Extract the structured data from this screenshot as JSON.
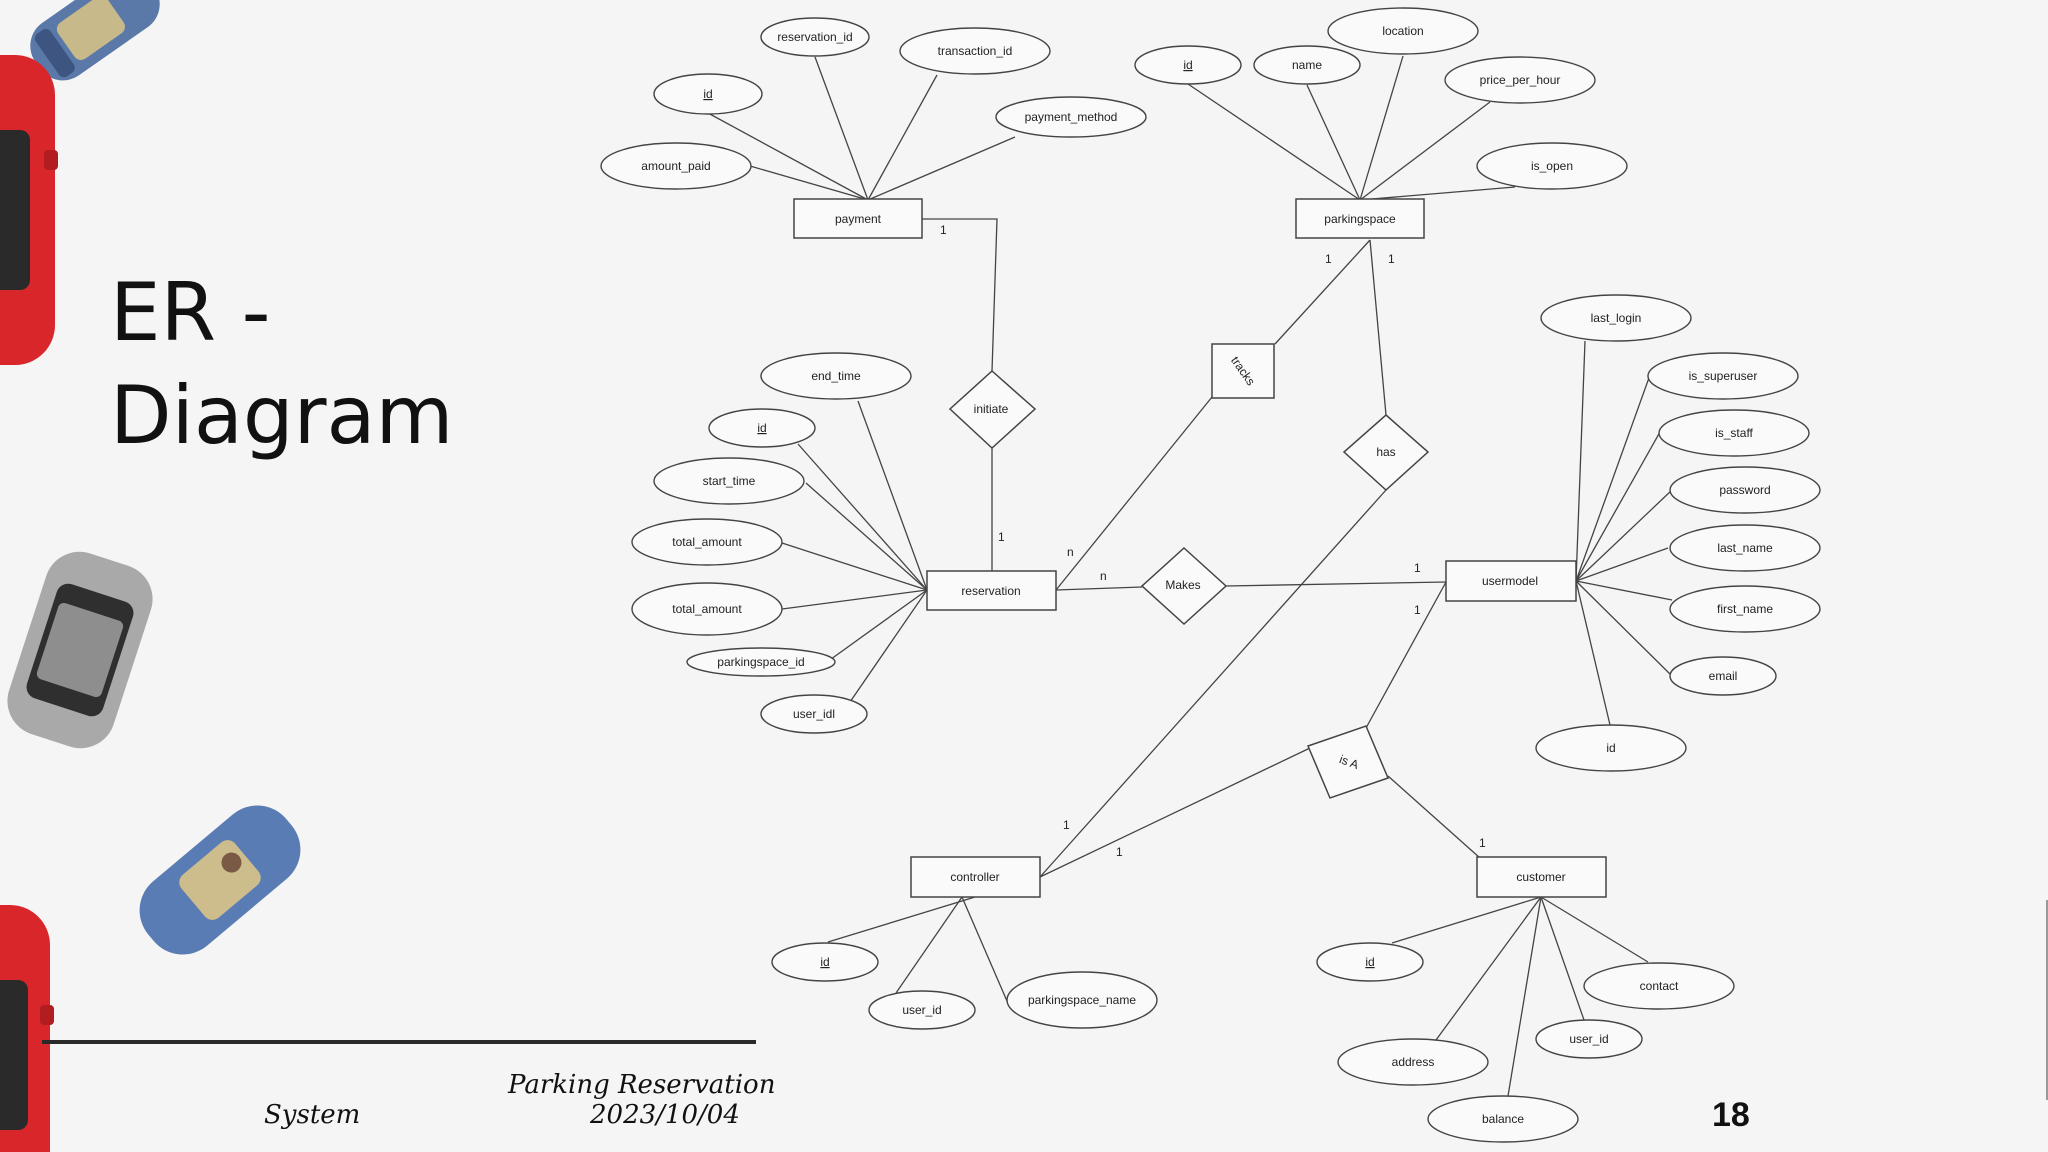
{
  "slide": {
    "title_line1": "ER -",
    "title_line2": "Diagram",
    "footer_project_line1": "Parking Reservation",
    "footer_project_line2": "System",
    "footer_date": "2023/10/04",
    "slide_number": "18"
  },
  "diagram": {
    "entities": {
      "payment": "payment",
      "parkingspace": "parkingspace",
      "reservation": "reservation",
      "usermodel": "usermodel",
      "controller": "controller",
      "customer": "customer"
    },
    "relationships": {
      "initiate": "initiate",
      "tracks": "tracks",
      "has": "has",
      "makes": "Makes",
      "isa": "is A"
    },
    "attributes": {
      "payment": [
        "reservation_id",
        "transaction_id",
        "id",
        "payment_method",
        "amount_paid"
      ],
      "parkingspace": [
        "location",
        "id",
        "name",
        "price_per_hour",
        "is_open"
      ],
      "reservation": [
        "end_time",
        "id",
        "start_time",
        "total_amount",
        "total_amount",
        "parkingspace_id",
        "user_idl"
      ],
      "usermodel": [
        "last_login",
        "is_superuser",
        "is_staff",
        "password",
        "last_name",
        "first_name",
        "email",
        "id"
      ],
      "controller": [
        "id",
        "user_id",
        "parkingspace_name"
      ],
      "customer": [
        "id",
        "contact",
        "user_id",
        "address",
        "balance"
      ]
    },
    "cardinalities": {
      "payment_initiate": "1",
      "reservation_initiate": "1",
      "parkingspace_tracks": "1",
      "parkingspace_has": "1",
      "reservation_tracks": "n",
      "reservation_makes": "n",
      "usermodel_makes": "1",
      "usermodel_isa": "1",
      "controller_has": "1",
      "controller_isa": "1",
      "customer_isa": "1"
    }
  }
}
